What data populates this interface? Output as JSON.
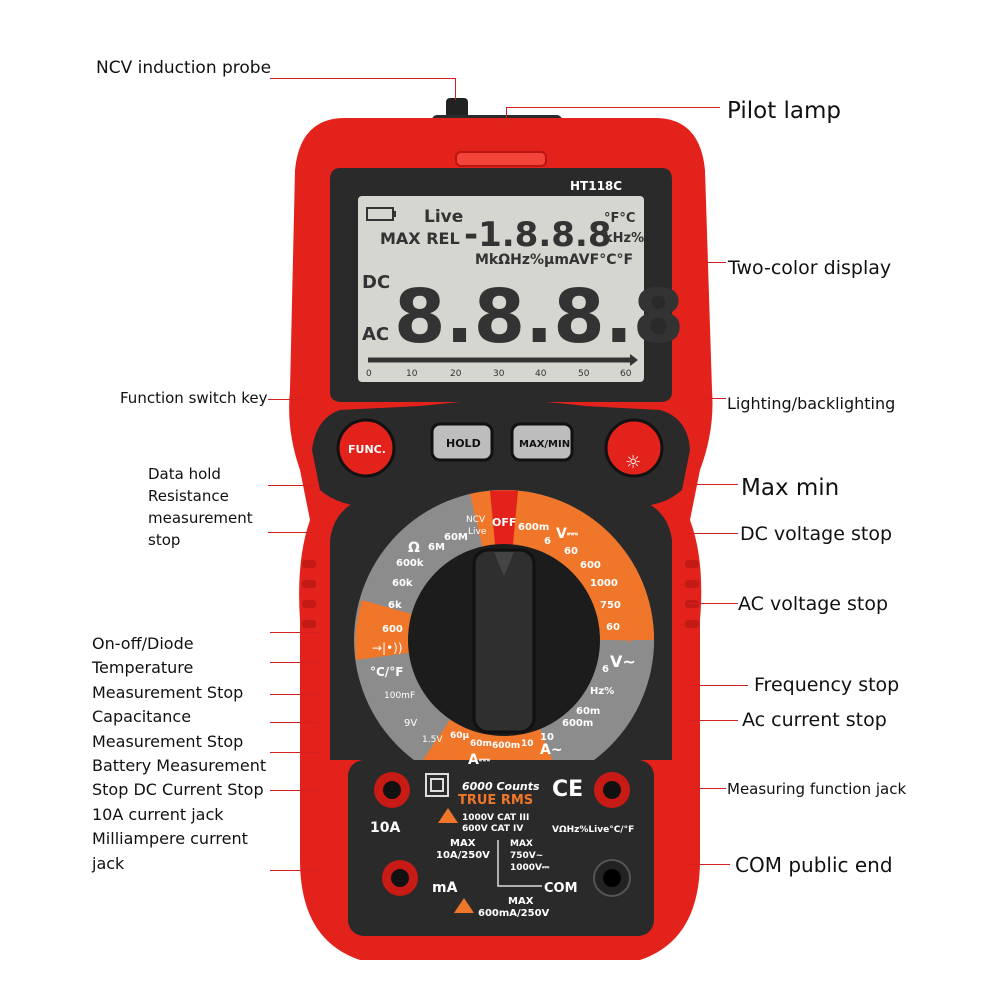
{
  "device": {
    "model": "HT118C",
    "buttons": {
      "func": "FUNC.",
      "hold": "HOLD",
      "maxmin": "MAX/MIN"
    },
    "lcd": {
      "live": "Live",
      "max_rel": "MAX REL",
      "units_top": "°F°C",
      "units_khz": "kHz%",
      "units_row": "MkΩHz%μmAVF°C°F",
      "dc": "DC",
      "ac": "AC",
      "small_digits": "-1.8.8.8",
      "big_digits": "8.8.8.8",
      "scale": [
        "0",
        "10",
        "20",
        "30",
        "40",
        "50",
        "60"
      ]
    },
    "dial": {
      "off": "OFF",
      "ncv": "NCV",
      "ncv_live": "Live",
      "ohm_ranges": [
        "600",
        "6k",
        "60k",
        "600k",
        "6M",
        "60M"
      ],
      "dcv_ranges": [
        "600m",
        "6",
        "60",
        "600",
        "1000"
      ],
      "acv_ranges": [
        "750",
        "60",
        "6"
      ],
      "acv_symbol": "V~",
      "dcv_symbol": "V⎓",
      "ohm_symbol": "Ω",
      "hz_label": "Hz",
      "hz_pct": "Hz%",
      "aac_ranges": [
        "60m",
        "600m",
        "10"
      ],
      "aac_symbol": "A~",
      "adc_ranges": [
        "60μ",
        "60m",
        "600m",
        "10"
      ],
      "adc_symbol": "A⎓",
      "cap_label": "100mF",
      "temp_label": "°C/°F",
      "batt_9v": "9V",
      "batt_15v": "1.5V"
    },
    "panel": {
      "counts": "6000 Counts",
      "true_rms": "TRUE RMS",
      "ce": "CE",
      "cat1": "1000V CAT III",
      "cat2": "600V CAT IV",
      "jack_10a": "10A",
      "jack_ma": "mA",
      "jack_com": "COM",
      "max_10a": "MAX",
      "max_10a_val": "10A/250V",
      "max_v": "MAX",
      "max_v1": "750V~",
      "max_v2": "1000V⎓",
      "max_ma": "MAX",
      "max_ma_val": "600mA/250V",
      "jack_func": "VΩHz%Live°C/°F"
    }
  },
  "labels": {
    "ncv": "NCV induction probe",
    "pilot": "Pilot lamp",
    "display": "Two-color display",
    "func_key": "Function switch key",
    "lighting": "Lighting/backlighting",
    "data_hold": [
      "Data hold",
      "Resistance",
      "measurement",
      "stop"
    ],
    "max_min": "Max min",
    "dc_voltage": "DC voltage stop",
    "ac_voltage": "AC voltage stop",
    "left_list": [
      "On-off/Diode",
      "Temperature",
      "Measurement Stop",
      "Capacitance",
      "Measurement Stop",
      "Battery Measurement",
      "Stop DC Current Stop",
      "10A current jack",
      "Milliampere current",
      "jack"
    ],
    "frequency": "Frequency stop",
    "ac_current": "Ac current stop",
    "measuring_jack": "Measuring function jack",
    "com": "COM public end"
  },
  "colors": {
    "body": "#e3221c",
    "face": "#2a2a2a",
    "lcd": "#d4d6cf",
    "dial_orange": "#f0762a",
    "dial_gray": "#8c8c8c",
    "leader": "#d42020"
  }
}
